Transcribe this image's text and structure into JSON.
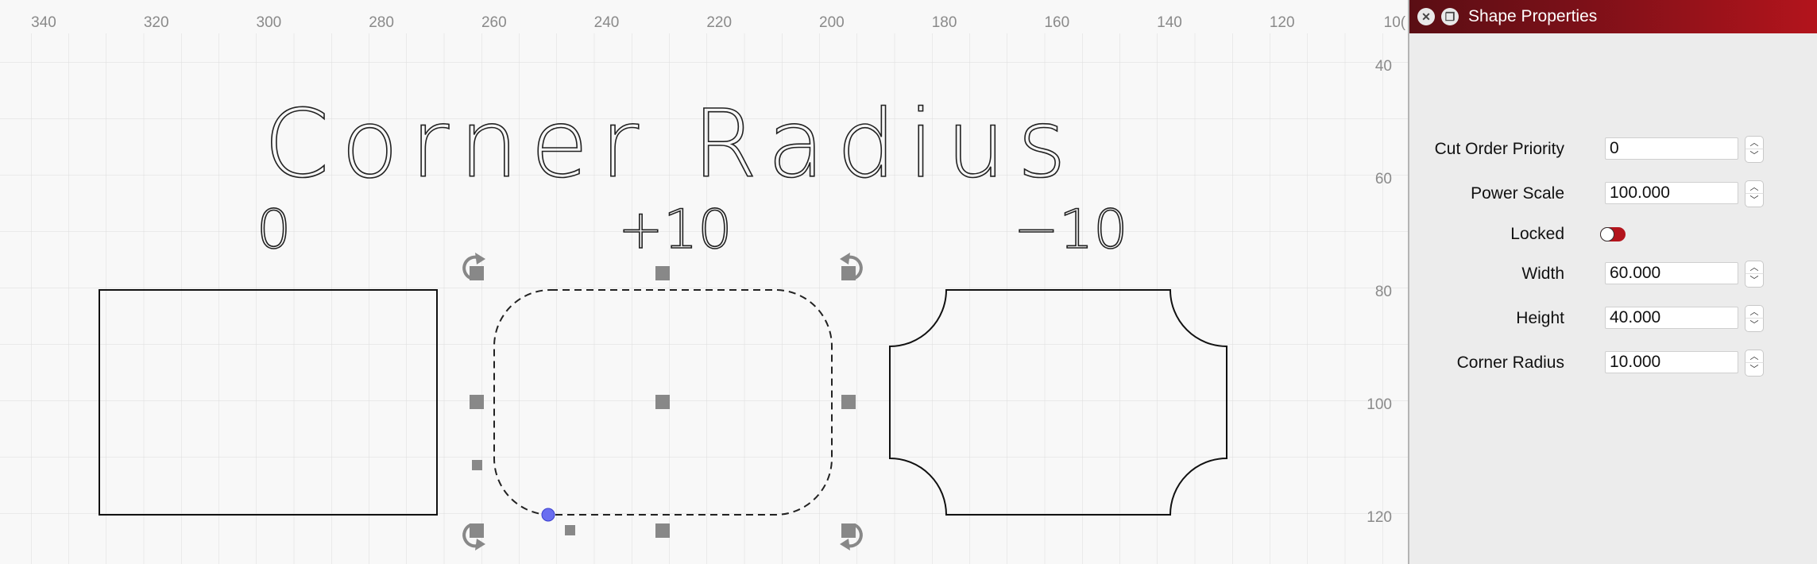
{
  "canvas": {
    "ruler_top": [
      "340",
      "320",
      "300",
      "280",
      "260",
      "240",
      "220",
      "200",
      "180",
      "160",
      "140",
      "120",
      "10("
    ],
    "ruler_right": [
      "40",
      "60",
      "80",
      "100",
      "120"
    ],
    "heading": "Corner Radius",
    "labels": [
      "0",
      "+10",
      "−10"
    ]
  },
  "panel": {
    "title": "Shape Properties",
    "close_icon": "close-icon",
    "float_icon": "float-icon",
    "properties": [
      {
        "label": "Cut Order Priority",
        "value": "0"
      },
      {
        "label": "Power Scale",
        "value": "100.000"
      },
      {
        "label": "Locked",
        "value": ""
      },
      {
        "label": "Width",
        "value": "60.000"
      },
      {
        "label": "Height",
        "value": "40.000"
      },
      {
        "label": "Corner Radius",
        "value": "10.000"
      }
    ],
    "locked_toggle_on": true,
    "accent_color": "#b3141c"
  }
}
